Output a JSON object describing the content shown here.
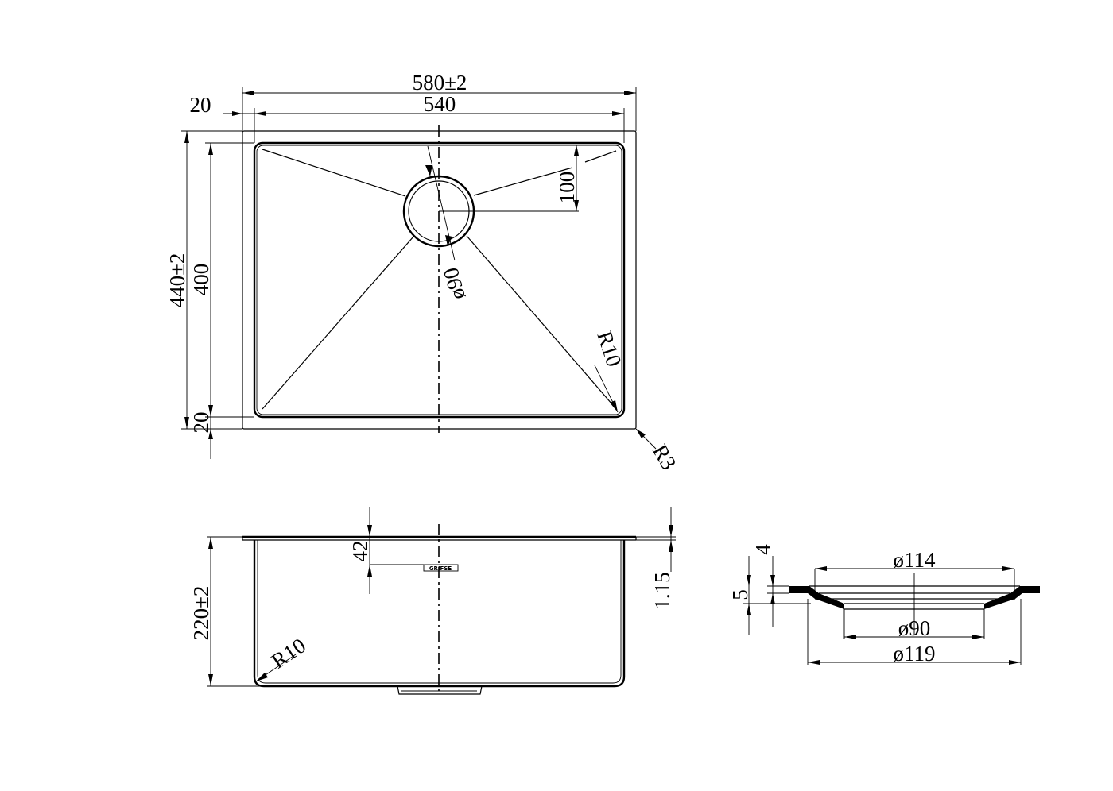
{
  "top_view": {
    "overall_width": "580±2",
    "inner_width": "540",
    "rim_width": "20",
    "overall_depth": "440±2",
    "inner_depth": "400",
    "rim_depth": "20",
    "drain_offset": "100",
    "drain_diameter": "ø90",
    "inner_radius": "R10",
    "outer_radius": "R3"
  },
  "side_view": {
    "height": "220±2",
    "drain_height": "42",
    "thickness": "1.15",
    "bottom_radius": "R10",
    "logo": "GRIFSE"
  },
  "drain_detail": {
    "top_diameter": "ø114",
    "inner_diameter": "ø90",
    "outer_diameter": "ø119",
    "flange_height": "4",
    "step_height": "5"
  }
}
